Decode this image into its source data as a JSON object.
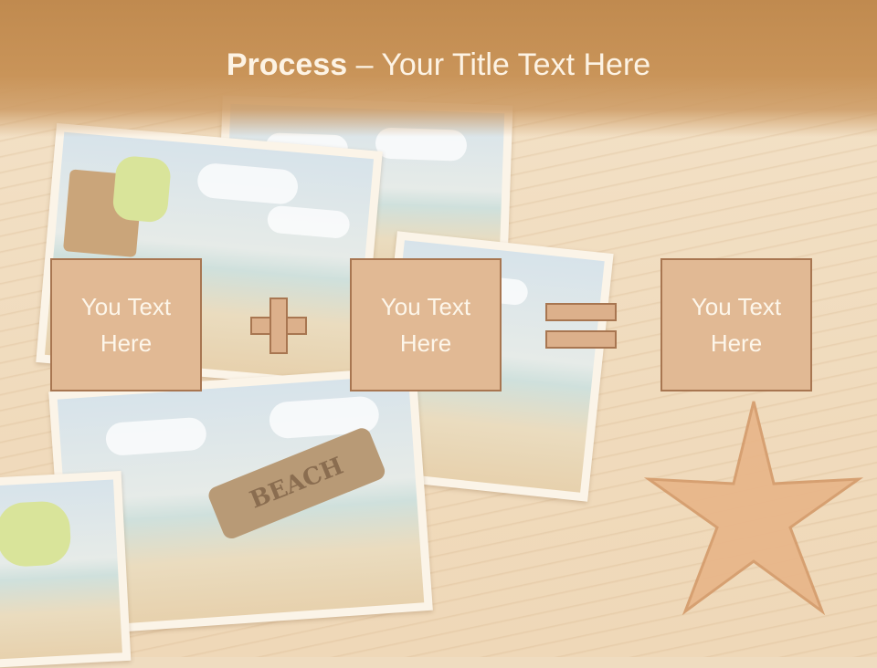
{
  "slide": {
    "title_bold": "Process",
    "title_rest": " – Your Title Text Here",
    "boxes": [
      {
        "text": "You Text Here"
      },
      {
        "text": "You Text Here"
      },
      {
        "text": "You Text Here"
      }
    ],
    "operators": [
      "plus-icon",
      "equals-icon"
    ],
    "background_image": {
      "description_icon": "beach-photo-collage-icon",
      "sign_text": "BEACH"
    }
  },
  "colors": {
    "header": "#c08a4f",
    "box_fill": "#e1b994",
    "box_border": "#a87651",
    "text": "#fdf6ea"
  }
}
